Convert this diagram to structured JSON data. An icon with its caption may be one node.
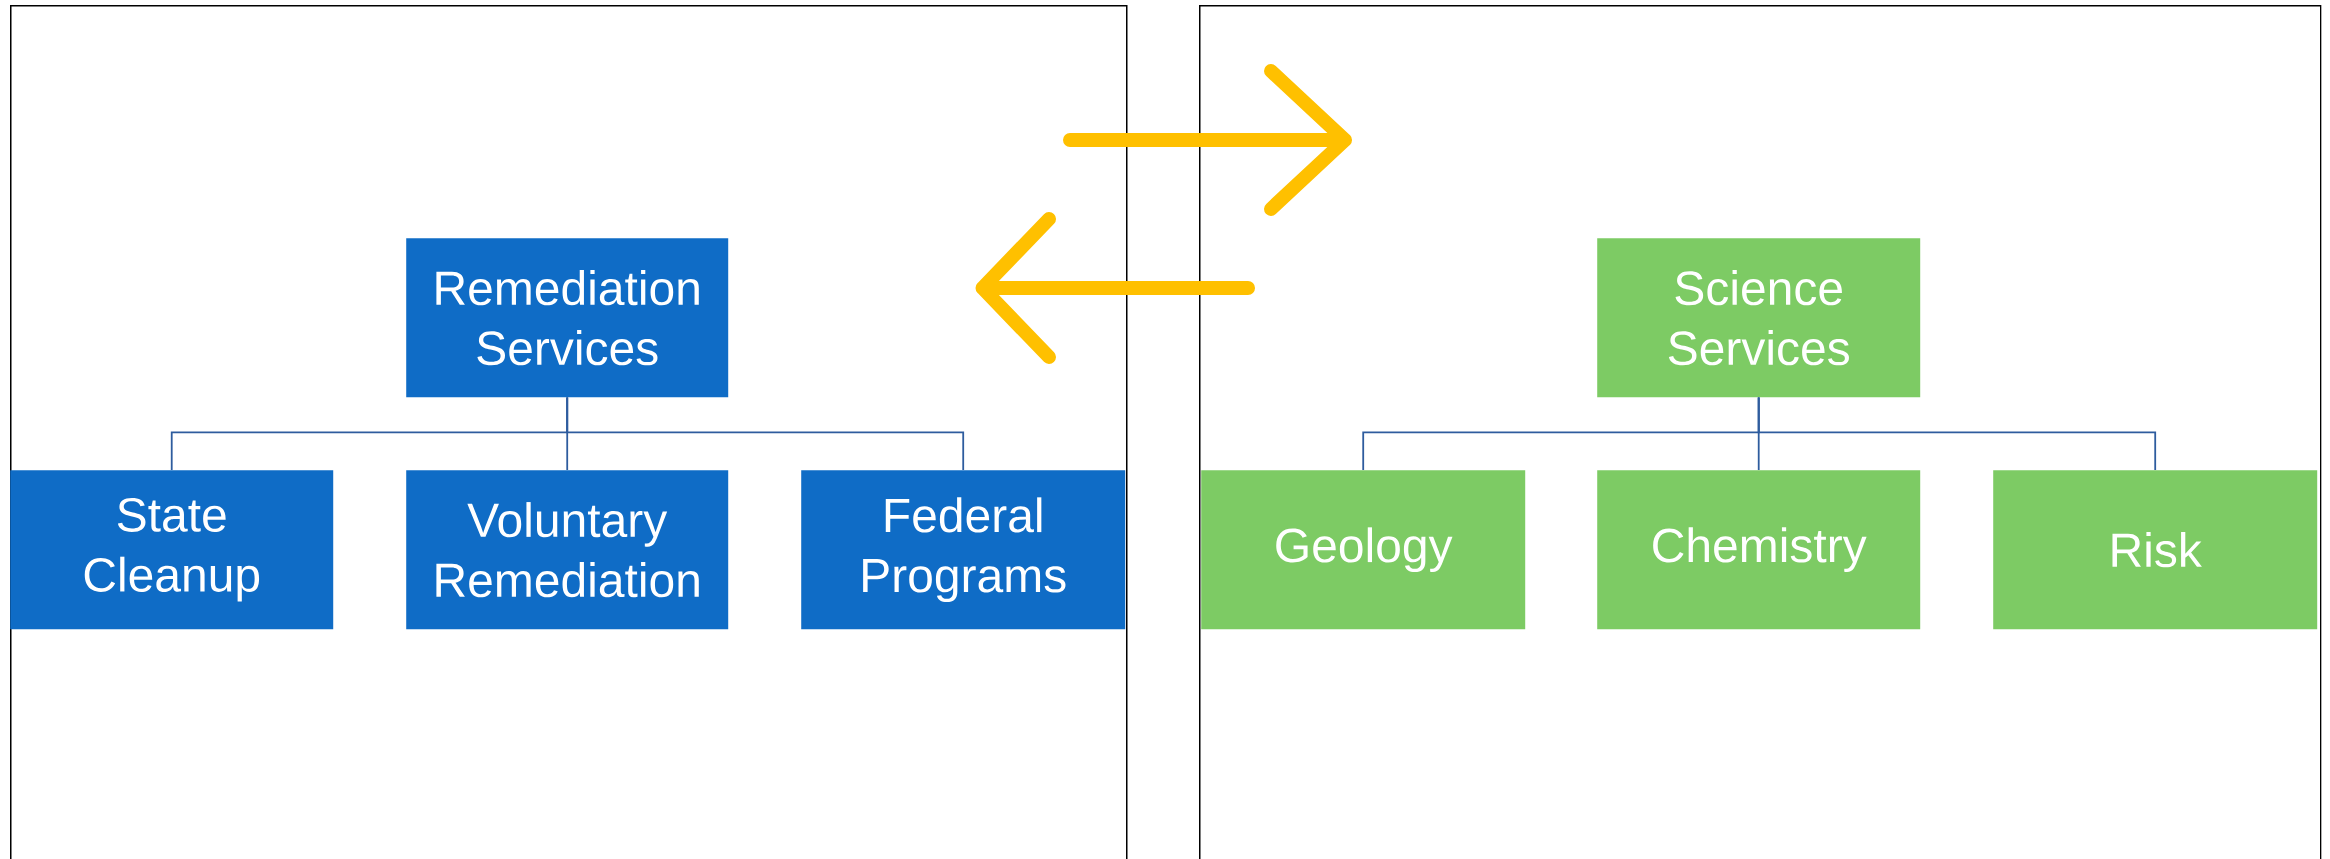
{
  "diagram": {
    "nodes": [
      {
        "text": [],
        "shape": "box"
      },
      {
        "text": [
          "Remediation Services"
        ],
        "in": 0
      },
      {
        "text": [
          "State Cleanup"
        ],
        "in": 0
      },
      {
        "text": [
          "Voluntary Remediation"
        ],
        "in": 0
      },
      {
        "text": [
          "Federal Programs"
        ],
        "in": 0
      },
      {
        "text": [],
        "shape": "box"
      },
      {
        "text": [
          "Science Services"
        ],
        "in": 5
      },
      {
        "text": [
          "Geology"
        ],
        "in": 5
      },
      {
        "text": [
          "Chemistry"
        ],
        "in": 5
      },
      {
        "text": [
          "Risk"
        ],
        "in": 5
      }
    ],
    "edges": [
      {
        "from": null,
        "to": 5,
        "arrow": "to",
        "style": "thick",
        "color": "#ffc000"
      },
      {
        "from": null,
        "to": 0,
        "arrow": "to",
        "style": "thick",
        "color": "#ffc000"
      },
      {
        "from": 1,
        "to": 2,
        "arrow": "none"
      },
      {
        "from": 1,
        "to": 3,
        "arrow": "none"
      },
      {
        "from": 1,
        "to": 4,
        "arrow": "none"
      },
      {
        "from": 6,
        "to": 7,
        "arrow": "none"
      },
      {
        "from": 6,
        "to": 8,
        "arrow": "none"
      },
      {
        "from": 6,
        "to": 9,
        "arrow": "none"
      }
    ]
  }
}
